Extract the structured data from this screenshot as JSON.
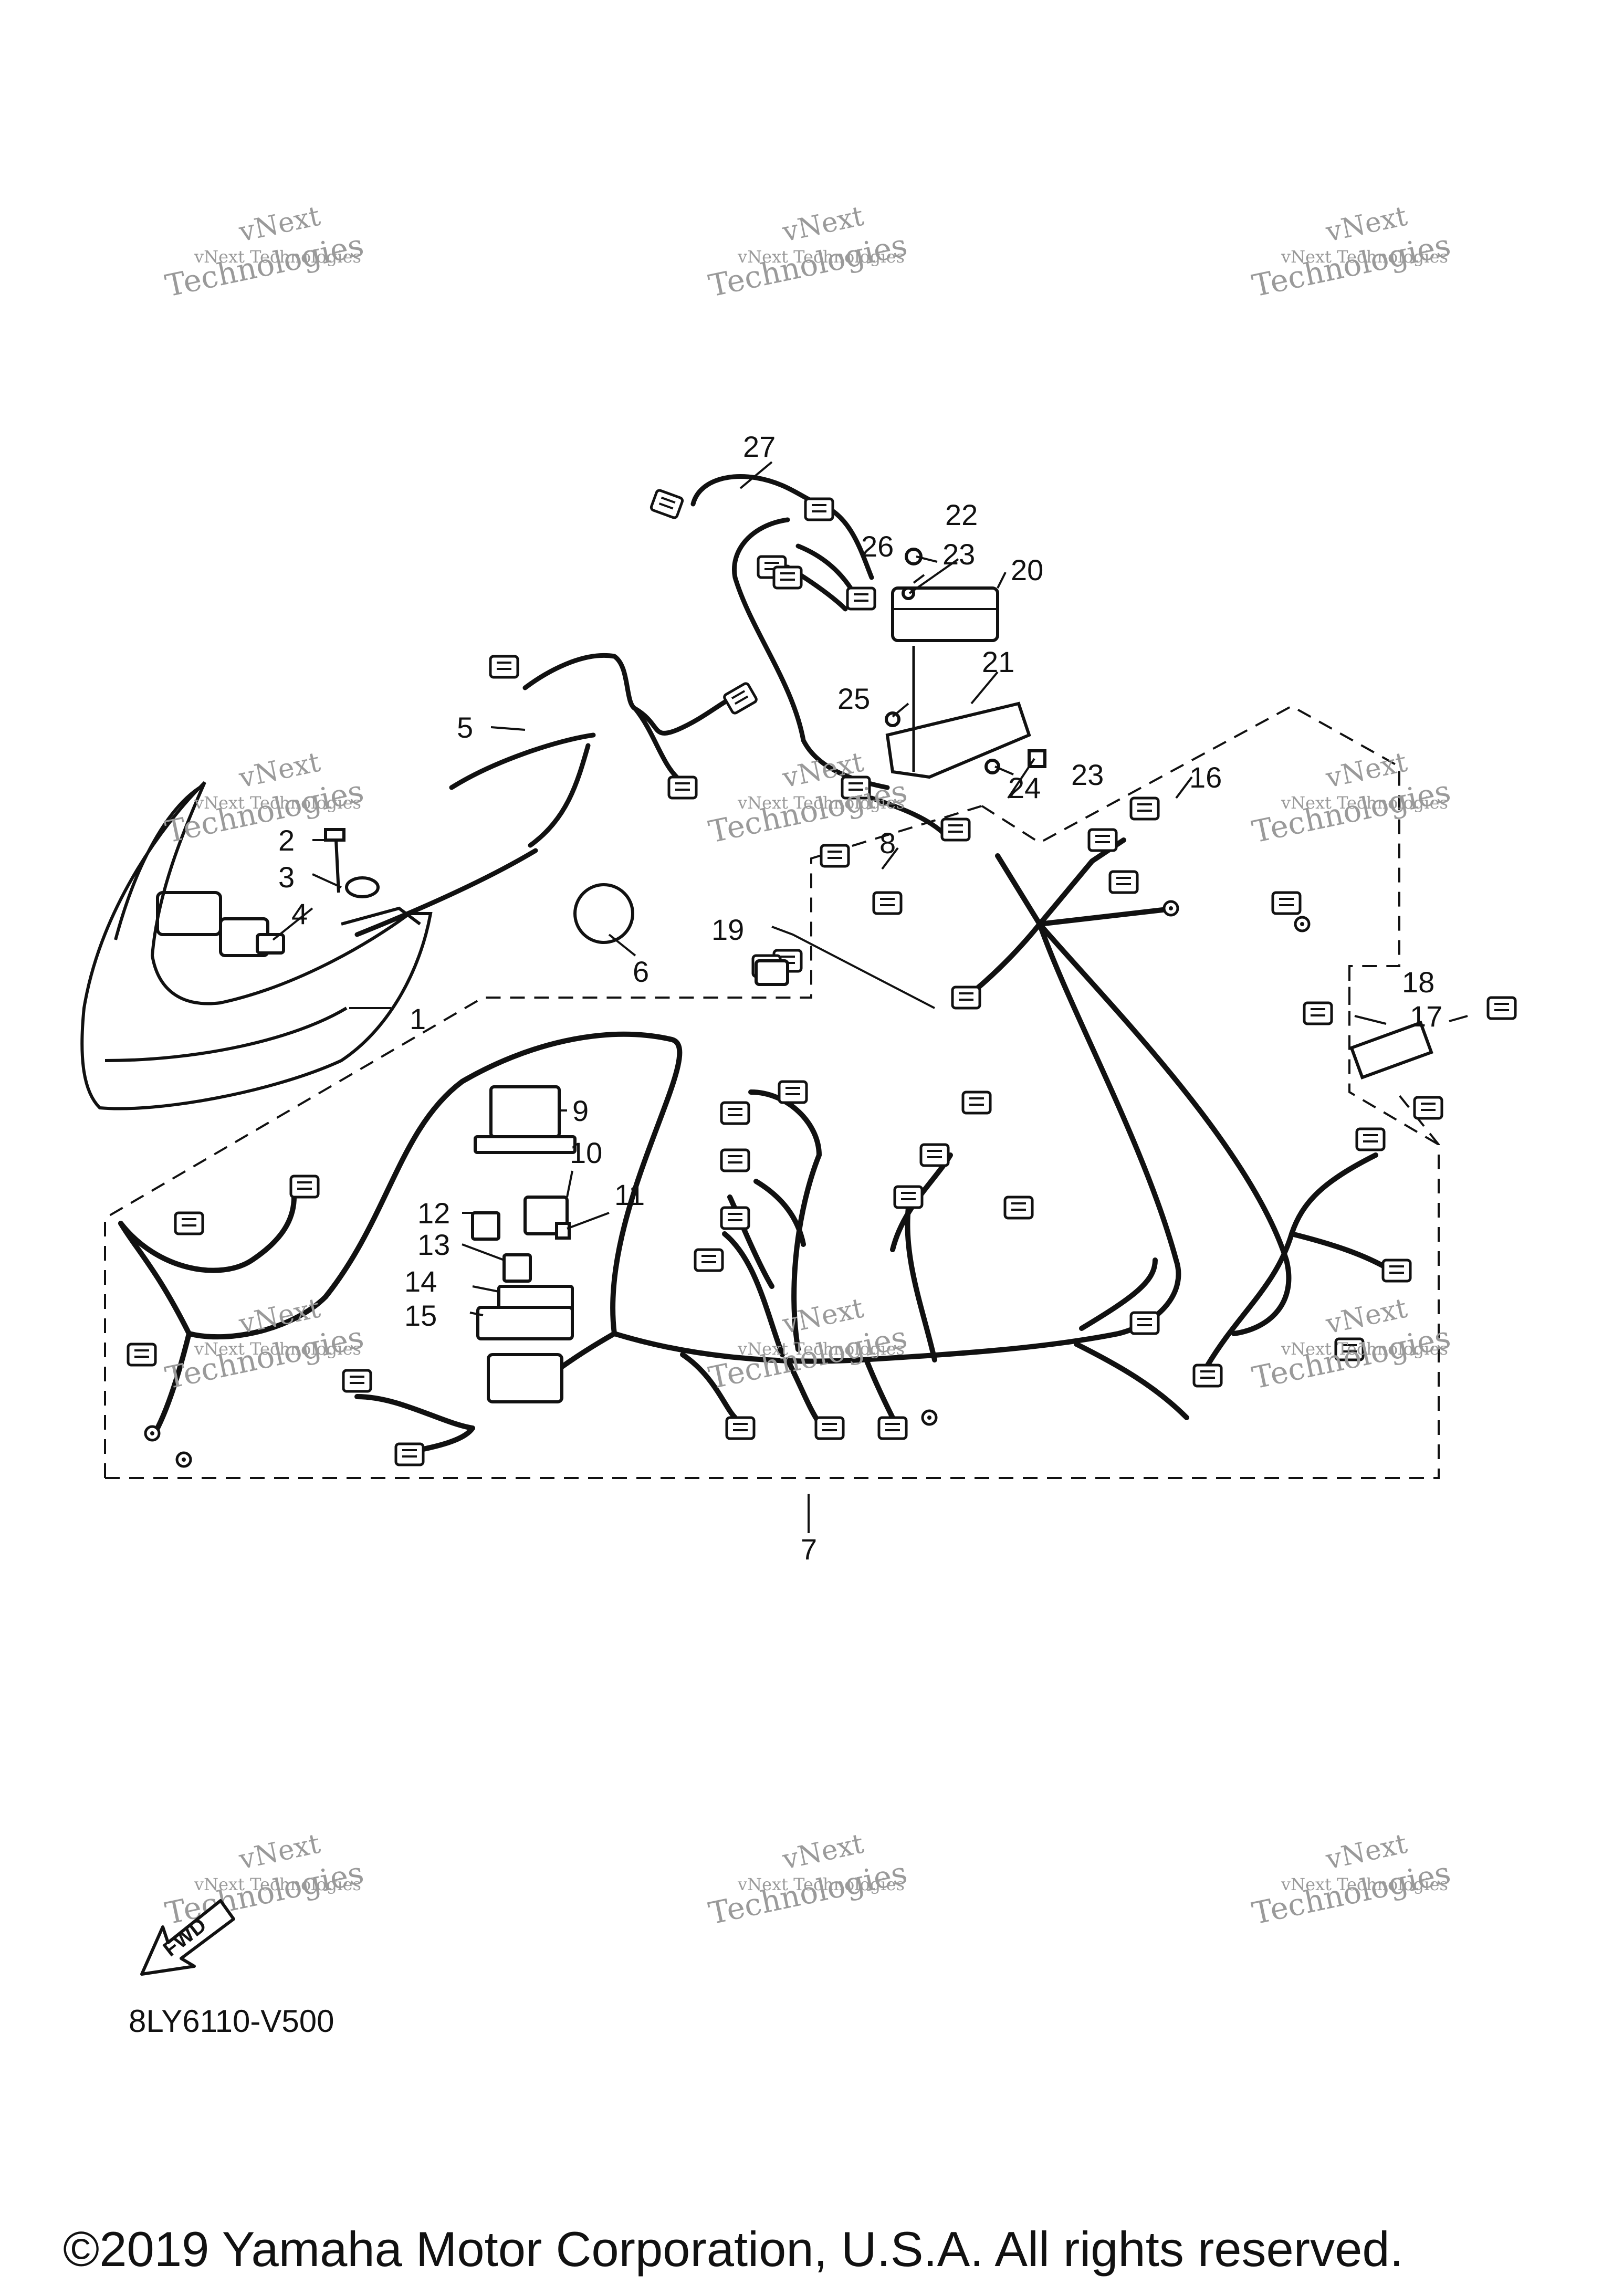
{
  "diagram": {
    "callouts": [
      "1",
      "2",
      "3",
      "4",
      "5",
      "6",
      "7",
      "8",
      "9",
      "10",
      "11",
      "12",
      "13",
      "14",
      "15",
      "16",
      "17",
      "18",
      "19",
      "20",
      "21",
      "22",
      "23",
      "23",
      "24",
      "25",
      "26",
      "27"
    ],
    "watermark_line1": "vNext Technologies",
    "watermark_line2": "vNext",
    "watermark_line3": "Technologies",
    "fwd_label": "FWD",
    "sheet_code": "8LY6110-V500",
    "copyright": "©2019 Yamaha Motor Corporation, U.S.A. All rights reserved."
  },
  "colors": {
    "ink": "#111111",
    "watermark": "#9a9a9a",
    "background": "#ffffff"
  }
}
